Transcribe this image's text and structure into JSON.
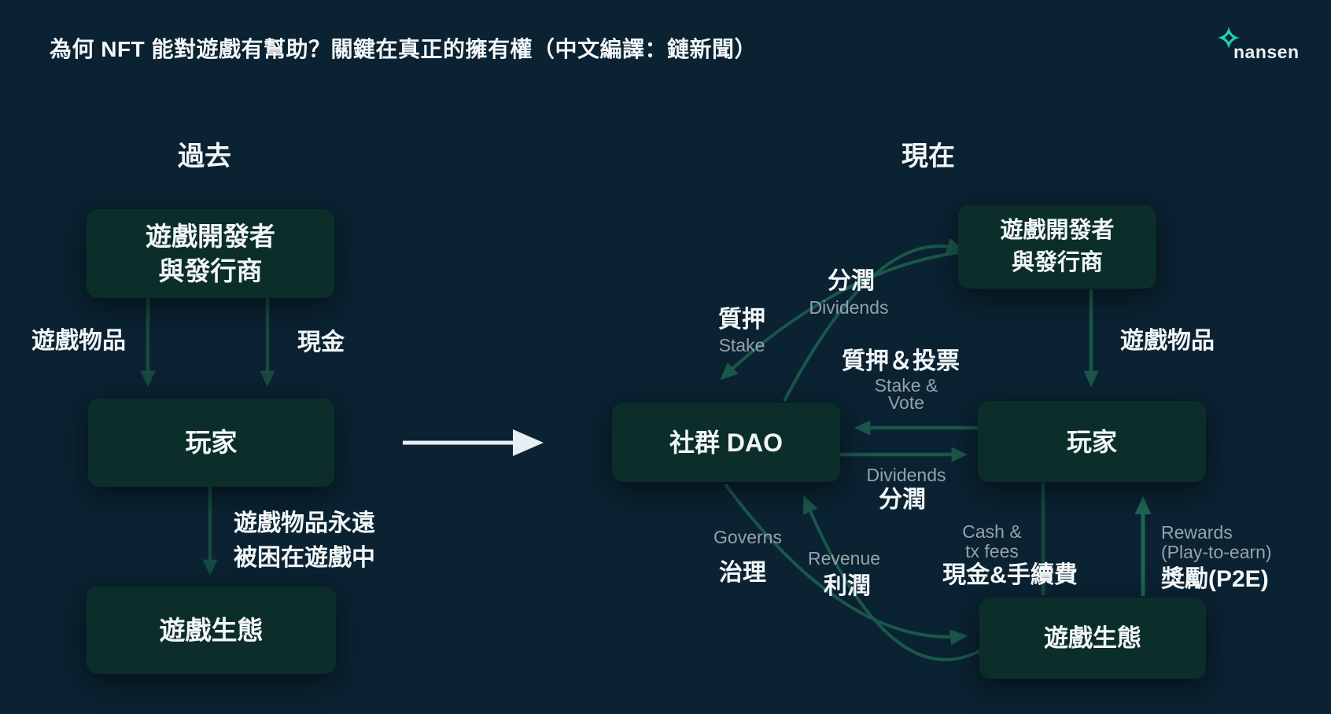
{
  "title": "為何 NFT 能對遊戲有幫助？關鍵在真正的擁有權（中文編譯：鏈新聞）",
  "logo": {
    "brand": "nansen"
  },
  "colors": {
    "background": "#0a2231",
    "box_fill": "#0c2e2b",
    "arrow_dark": "#164a40",
    "arrow_teal": "#1a574a",
    "arrow_bright": "#1d6453",
    "arrow_white": "#e9eef3",
    "text_primary": "#f2f6f7",
    "text_secondary": "#97a1aa",
    "logo_green_start": "#2fe6a1",
    "logo_green_end": "#10c2b8"
  },
  "past": {
    "heading": "過去",
    "developers_box": {
      "line1": "遊戲開發者",
      "line2": "與發行商"
    },
    "players_box": "玩家",
    "ecosystem_box": "遊戲生態",
    "labels": {
      "game_items": "遊戲物品",
      "cash": "現金",
      "trapped_line1": "遊戲物品永遠",
      "trapped_line2": "被困在遊戲中"
    }
  },
  "present": {
    "heading": "現在",
    "developers_box": {
      "line1": "遊戲開發者",
      "line2": "與發行商"
    },
    "dao_box": "社群 DAO",
    "players_box": "玩家",
    "ecosystem_box": "遊戲生態",
    "labels": {
      "stake": {
        "zh": "質押",
        "en": "Stake"
      },
      "dividends_to_devs": {
        "zh": "分潤",
        "en": "Dividends"
      },
      "stake_vote": {
        "zh": "質押＆投票",
        "en_line1": "Stake &",
        "en_line2": "Vote"
      },
      "dividends_to_players": {
        "en": "Dividends",
        "zh": "分潤"
      },
      "game_items": "遊戲物品",
      "governs": {
        "en": "Governs",
        "zh": "治理"
      },
      "revenue": {
        "en": "Revenue",
        "zh": "利潤"
      },
      "cash_tx_fees": {
        "en_line1": "Cash &",
        "en_line2": "tx fees",
        "zh": "現金&手續費"
      },
      "rewards": {
        "en_line1": "Rewards",
        "en_line2": "(Play-to-earn)",
        "zh": "獎勵(P2E)"
      }
    }
  }
}
